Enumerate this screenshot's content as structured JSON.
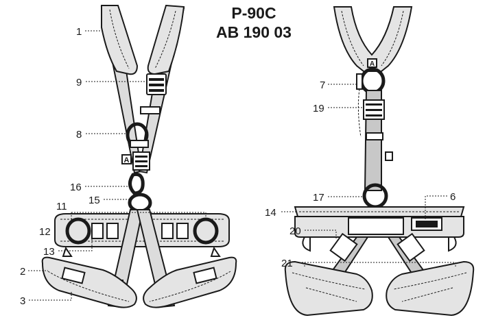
{
  "header": {
    "model": "P-90C",
    "code": "AB 190 03"
  },
  "front_labels": [
    "1",
    "9",
    "8",
    "16",
    "15",
    "11",
    "12",
    "13",
    "2",
    "3"
  ],
  "back_labels": [
    "7",
    "19",
    "17",
    "14",
    "6",
    "20",
    "21"
  ],
  "attachment_marks": {
    "front": "A",
    "back": "A"
  }
}
